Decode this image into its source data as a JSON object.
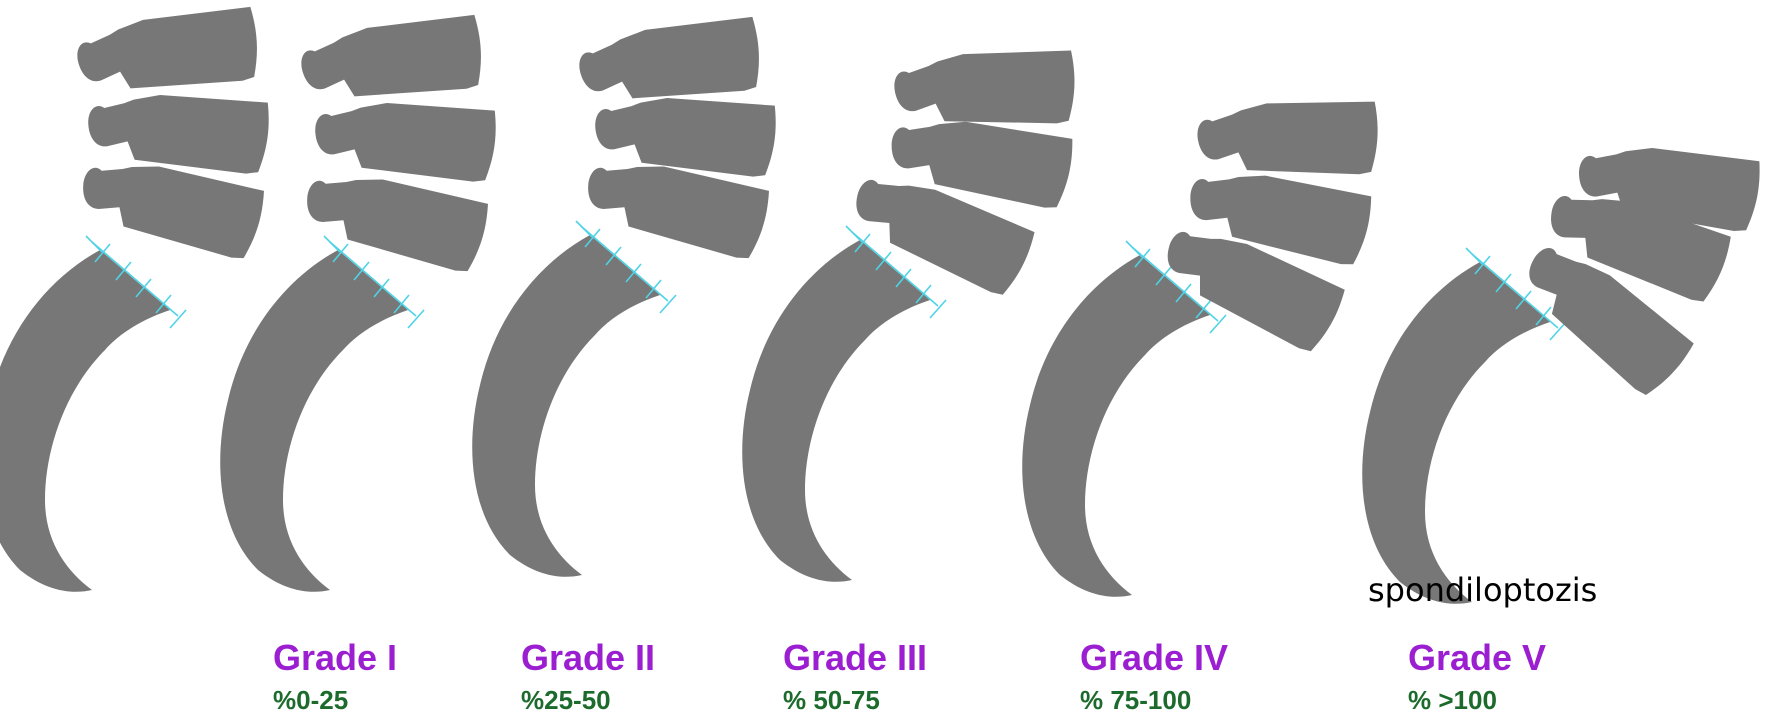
{
  "colors": {
    "bone": "#777777",
    "grid": "#4fd3e6",
    "grade_text": "#9b1fd1",
    "percent_text": "#1c6b2c",
    "term_text": "#000000"
  },
  "term": "spondiloptozis",
  "grades": [
    {
      "label": "Grade I",
      "percent": "%0-25"
    },
    {
      "label": "Grade II",
      "percent": "%25-50"
    },
    {
      "label": "Grade III",
      "percent": "% 50-75"
    },
    {
      "label": "Grade IV",
      "percent": "% 75-100"
    },
    {
      "label": "Grade V",
      "percent": "% >100"
    }
  ]
}
